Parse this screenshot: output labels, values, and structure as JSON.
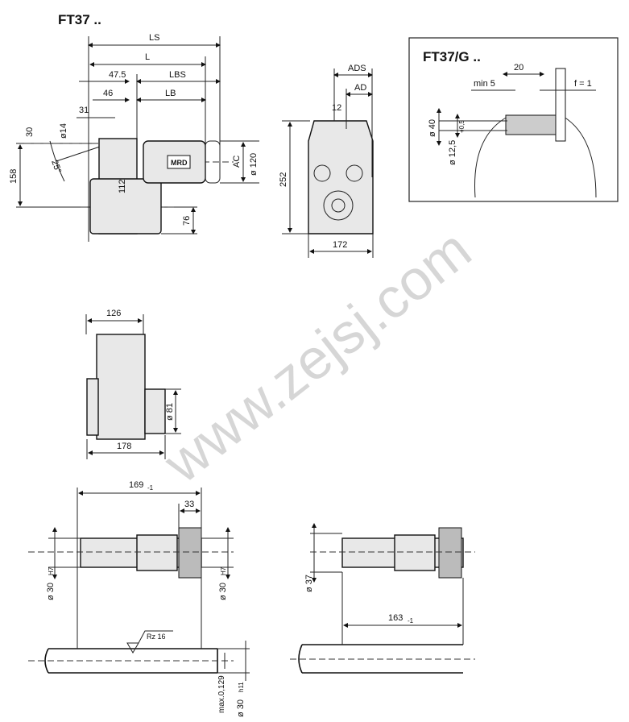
{
  "main_view": {
    "title": "FT37 ..",
    "dims": {
      "LS": "LS",
      "L": "L",
      "d47_5": "47.5",
      "LBS": "LBS",
      "d46": "46",
      "LB": "LB",
      "d31": "31",
      "d30": "30",
      "d14": "ø14",
      "angle": "25°",
      "d158": "158",
      "d112": "112",
      "d76": "76",
      "AC": "AC",
      "d120": "ø 120"
    },
    "motor_label": "MRD"
  },
  "side_view": {
    "ADS": "ADS",
    "AD": "AD",
    "d12": "12",
    "d252": "252",
    "d172": "172"
  },
  "detail_box": {
    "title": "FT37/G ..",
    "d20": "20",
    "min5": "min 5",
    "f1": "f = 1",
    "d40": "ø 40",
    "d12_5": "ø 12,5",
    "tol": "+0,5"
  },
  "top_view": {
    "d126": "126",
    "d178": "178",
    "d81": "ø 81"
  },
  "shaft_left": {
    "d169": "169",
    "tol169": "-1",
    "d33": "33",
    "bore_left": "ø 30",
    "bore_left_tol": "H7",
    "bore_right": "ø 30",
    "bore_right_tol": "H7",
    "rz": "Rz 16",
    "max": "max.0,129",
    "shaft_d": "ø 30",
    "shaft_tol": "h11"
  },
  "shaft_right": {
    "d37": "ø 37",
    "d163": "163",
    "tol163": "-1"
  },
  "watermark": "www.zejsj.com"
}
